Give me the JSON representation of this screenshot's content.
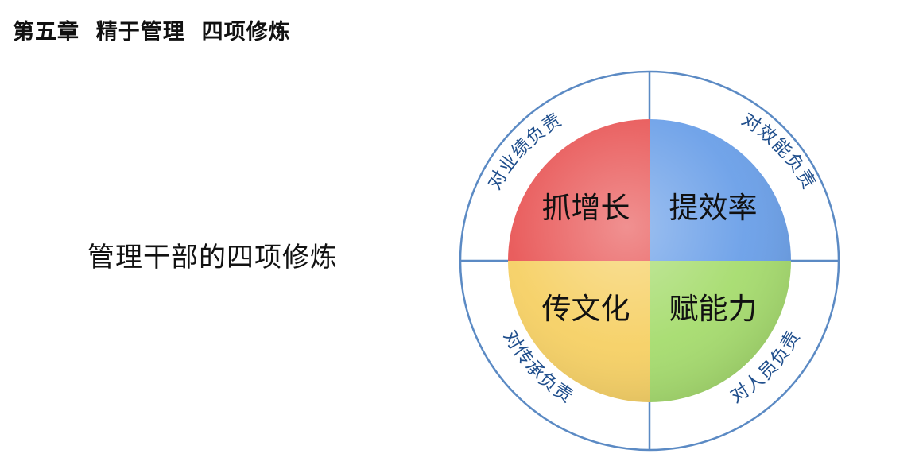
{
  "header": {
    "chapter_title": "第五章  精于管理  四项修炼"
  },
  "main": {
    "heading": "管理干部的四项修炼"
  },
  "diagram": {
    "quadrants": [
      {
        "id": "top-left",
        "label": "抓增长",
        "color": "#e85555"
      },
      {
        "id": "top-right",
        "label": "提效率",
        "color": "#6a9fe8"
      },
      {
        "id": "bottom-left",
        "label": "传文化",
        "color": "#f6d064"
      },
      {
        "id": "bottom-right",
        "label": "赋能力",
        "color": "#a6dc6e"
      }
    ],
    "ring_labels": {
      "top_left": "对业绩负责",
      "top_right": "对效能负责",
      "bottom_left": "对传承负责",
      "bottom_right": "对人员负责"
    },
    "ring_color": "#5b8ac4"
  }
}
